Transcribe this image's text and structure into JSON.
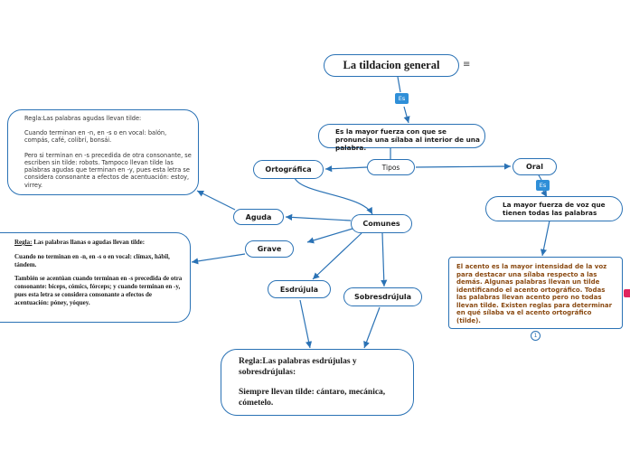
{
  "title": "La tildacion general",
  "title_icon": "menu-lines-icon",
  "es_label": "Es",
  "definition": "Es la mayor fuerza con que se pronuncia una sílaba al interior de una palabra.",
  "tipos": "Tipos",
  "ortografica": "Ortográfica",
  "oral": "Oral",
  "oral_def": "La mayor fuerza de voz que tienen todas las palabras",
  "comunes": "Comunes",
  "aguda": "Aguda",
  "grave": "Grave",
  "esdrujula": "Esdrújula",
  "sobresdrujula": "Sobresdrújula",
  "note_aguda": {
    "rule": "Regla:Las palabras agudas llevan tilde:",
    "p1": "Cuando terminan en -n, en -s o en vocal: balón, compás, café, colibrí, bonsái.",
    "p2": "Pero si terminan en -s precedida de otra consonante, se escriben sin tilde: robots. Tampoco llevan tilde las palabras agudas que terminan en -y, pues esta letra se considera consonante a efectos de acentuación: estoy, virrey."
  },
  "note_grave": {
    "rule_label": "Regla:",
    "rule_text": " Las palabras llanas o agudas llevan tilde:",
    "p1": "Cuando no terminan en -n, en -s o en vocal: clímax, hábil, tándem.",
    "p2": "También se acentúan cuando terminan en -s precedida de otra consonante: bíceps, cómics, fórceps; y cuando terminan en -y, pues esta letra se considera consonante a efectos de acentuación: póney, yóquey."
  },
  "note_esdrujula": {
    "rule": "Regla:Las palabras esdrújulas  y sobresdrújulas:",
    "p1": "Siempre llevan tilde: cántaro, mecánica, cómetelo."
  },
  "note_oral": "El acento es la mayor intensidad de la voz para destacar una sílaba respecto a las demás. Algunas palabras llevan un tilde identificando el acento ortográfico. Todas las palabras llevan acento pero no todas llevan tilde. Existen reglas para determinar en qué sílaba va el acento ortográfico (tilde).",
  "collapse_marker": "1",
  "colors": {
    "line": "#2a72b5",
    "es_bg": "#2f8fd8",
    "oral_text": "#8a4a12",
    "marker": "#e0245e"
  }
}
